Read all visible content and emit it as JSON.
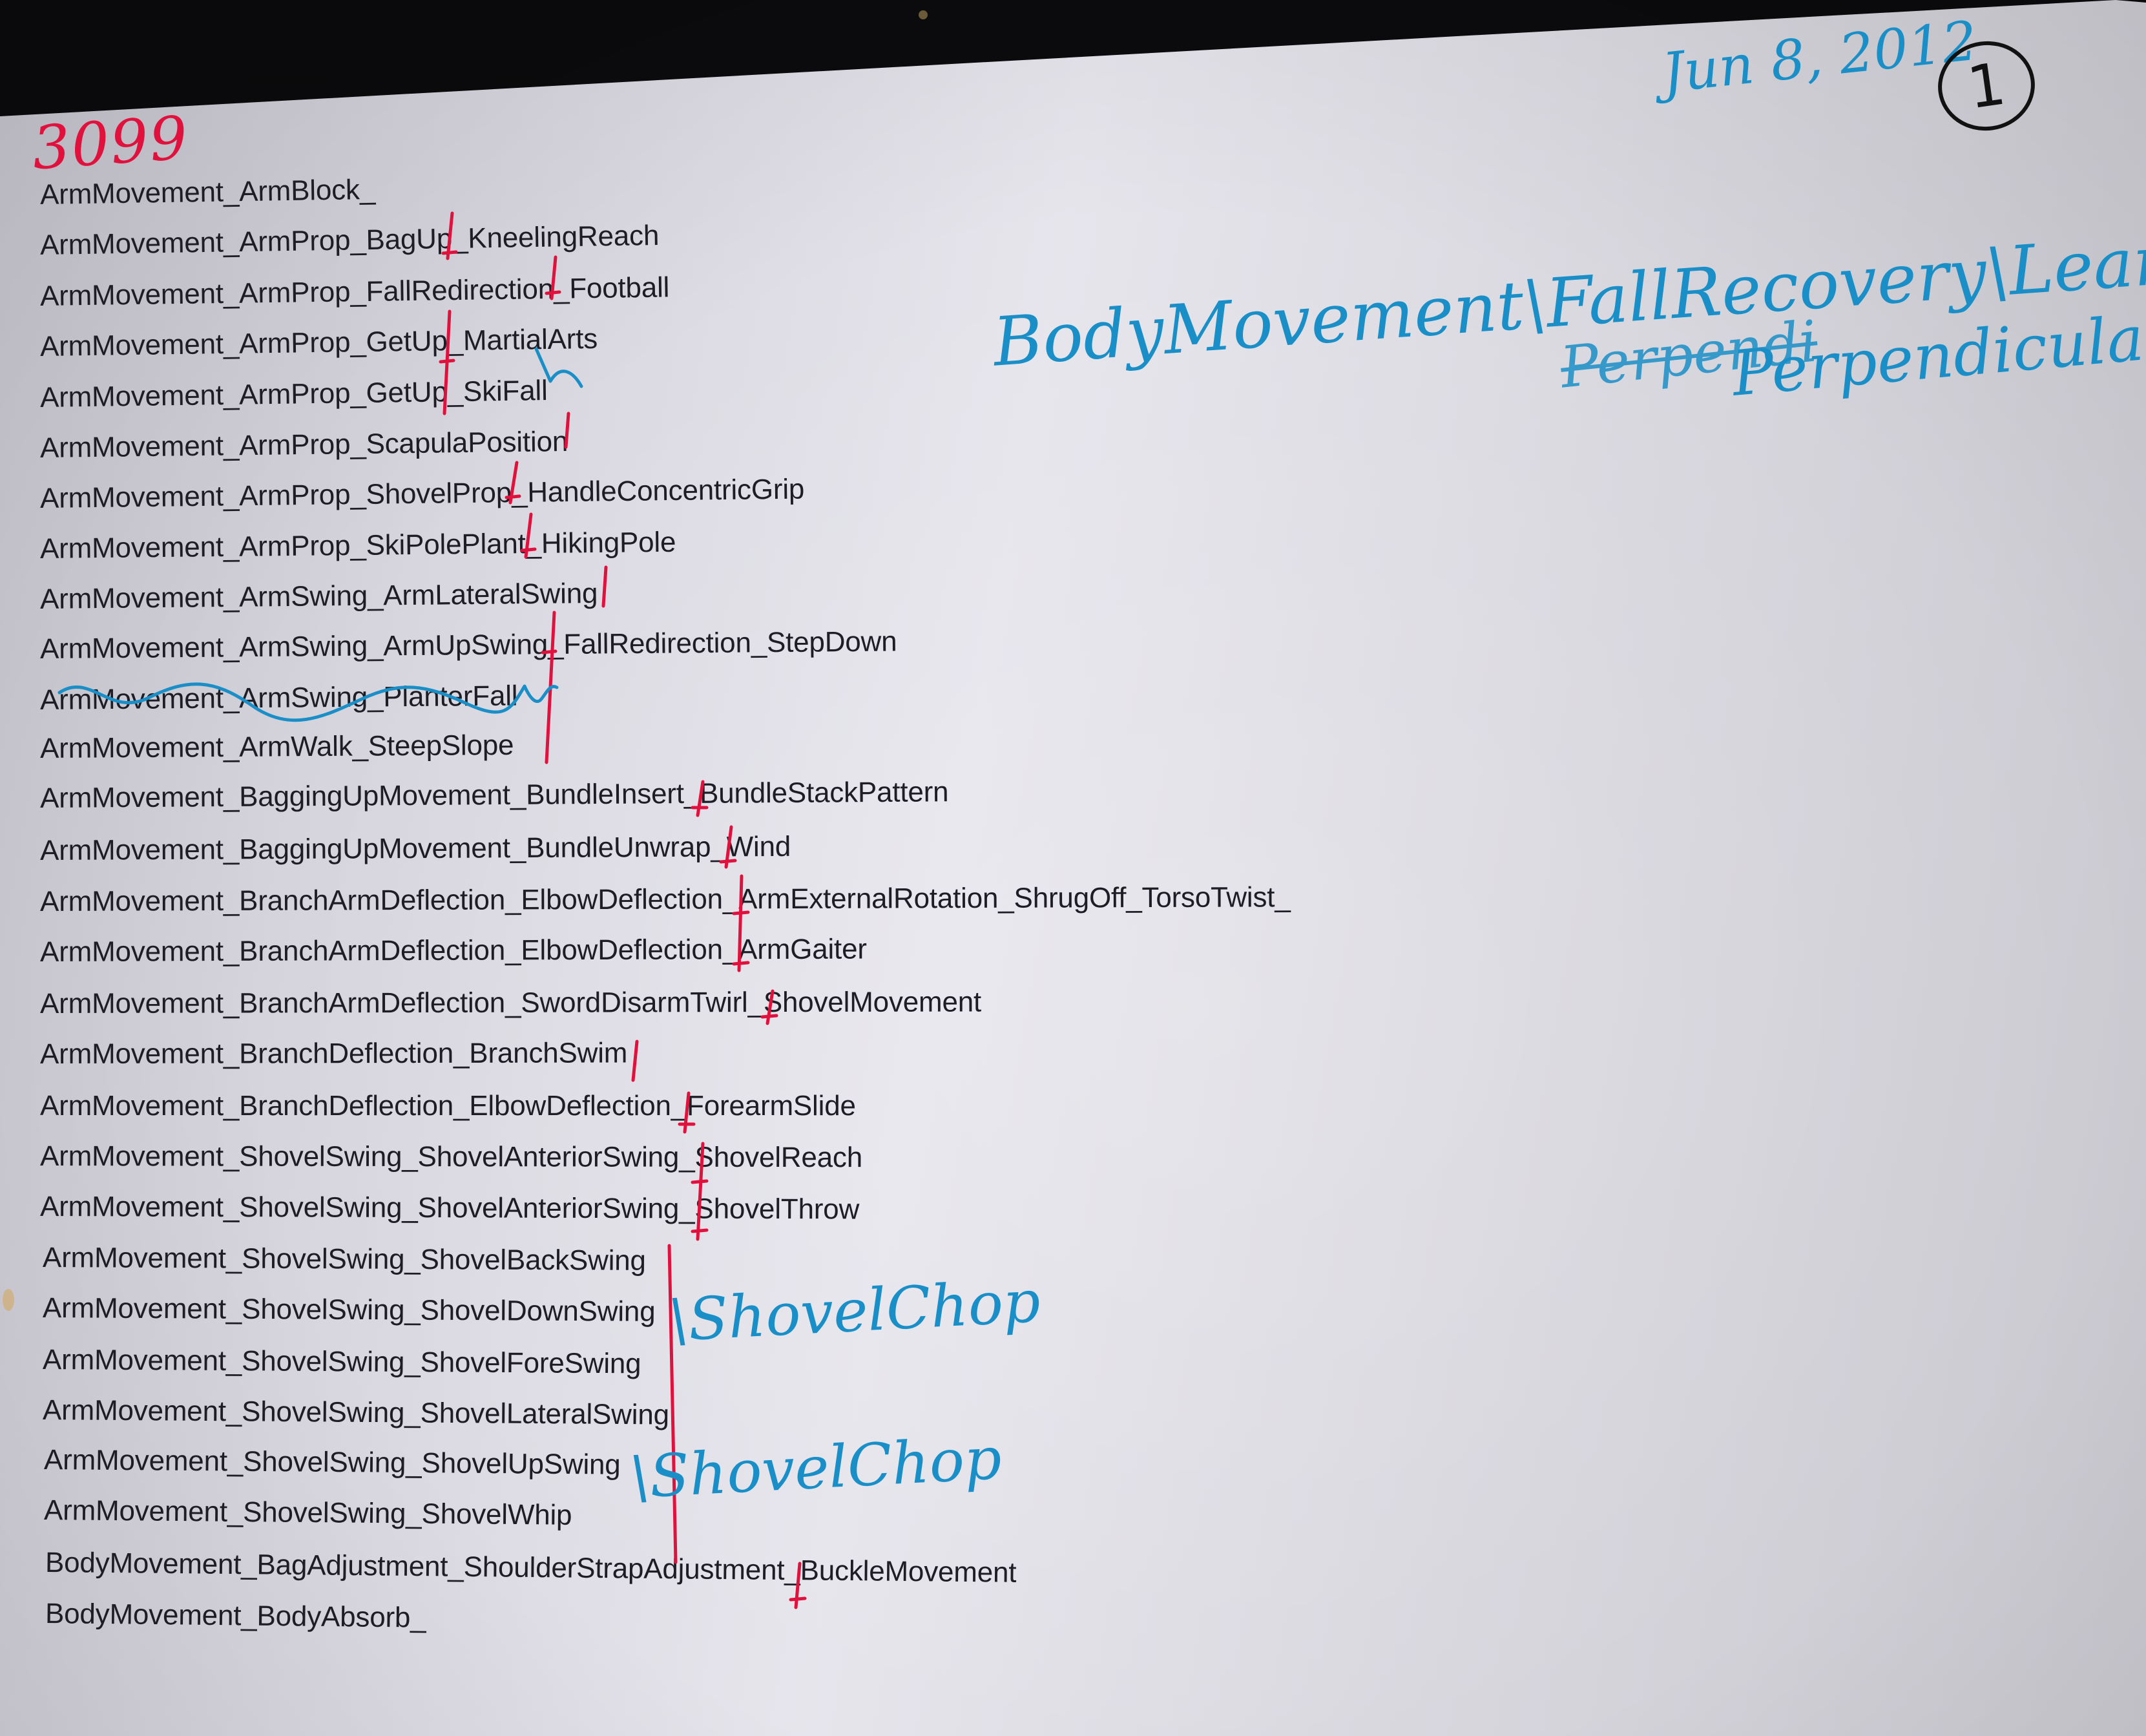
{
  "document": {
    "typed_lines": [
      "ArmMovement_ArmBlock_",
      "ArmMovement_ArmProp_BagUp_KneelingReach",
      "ArmMovement_ArmProp_FallRedirection_Football",
      "ArmMovement_ArmProp_GetUp_MartialArts",
      "ArmMovement_ArmProp_GetUp_SkiFall",
      "ArmMovement_ArmProp_ScapulaPosition",
      "ArmMovement_ArmProp_ShovelProp_HandleConcentricGrip",
      "ArmMovement_ArmProp_SkiPolePlant_HikingPole",
      "ArmMovement_ArmSwing_ArmLateralSwing",
      "ArmMovement_ArmSwing_ArmUpSwing_FallRedirection_StepDown",
      "ArmMovement_ArmSwing_PlanterFall",
      "ArmMovement_ArmWalk_SteepSlope",
      "ArmMovement_BaggingUpMovement_BundleInsert_BundleStackPattern",
      "ArmMovement_BaggingUpMovement_BundleUnwrap_Wind",
      "ArmMovement_BranchArmDeflection_ElbowDeflection_ArmExternalRotation_ShrugOff_TorsoTwist_",
      "ArmMovement_BranchArmDeflection_ElbowDeflection_ArmGaiter",
      "ArmMovement_BranchArmDeflection_SwordDisarmTwirl_ShovelMovement",
      "ArmMovement_BranchDeflection_BranchSwim",
      "ArmMovement_BranchDeflection_ElbowDeflection_ForearmSlide",
      "ArmMovement_ShovelSwing_ShovelAnteriorSwing_ShovelReach",
      "ArmMovement_ShovelSwing_ShovelAnteriorSwing_ShovelThrow",
      "ArmMovement_ShovelSwing_ShovelBackSwing",
      "ArmMovement_ShovelSwing_ShovelDownSwing",
      "ArmMovement_ShovelSwing_ShovelForeSwing",
      "ArmMovement_ShovelSwing_ShovelLateralSwing",
      "ArmMovement_ShovelSwing_ShovelUpSwing",
      "ArmMovement_ShovelSwing_ShovelWhip",
      "BodyMovement_BagAdjustment_ShoulderStrapAdjustment_BuckleMovement",
      "BodyMovement_BodyAbsorb_"
    ],
    "handwritten": {
      "record_number": "3099",
      "date": "Jun 8, 2012",
      "page_number": "1",
      "note_line_1": "BodyMovement\\FallRecovery\\LeanUpSlope",
      "note_line_2": "Perpendicular Hips",
      "note_scribble": "Perpendi",
      "shovel_chop_1": "\\ShovelChop",
      "shovel_chop_2": "\\ShovelChop"
    },
    "ink_colors": {
      "red": "#e0123d",
      "blue": "#1a8fc7",
      "black": "#111111"
    }
  }
}
